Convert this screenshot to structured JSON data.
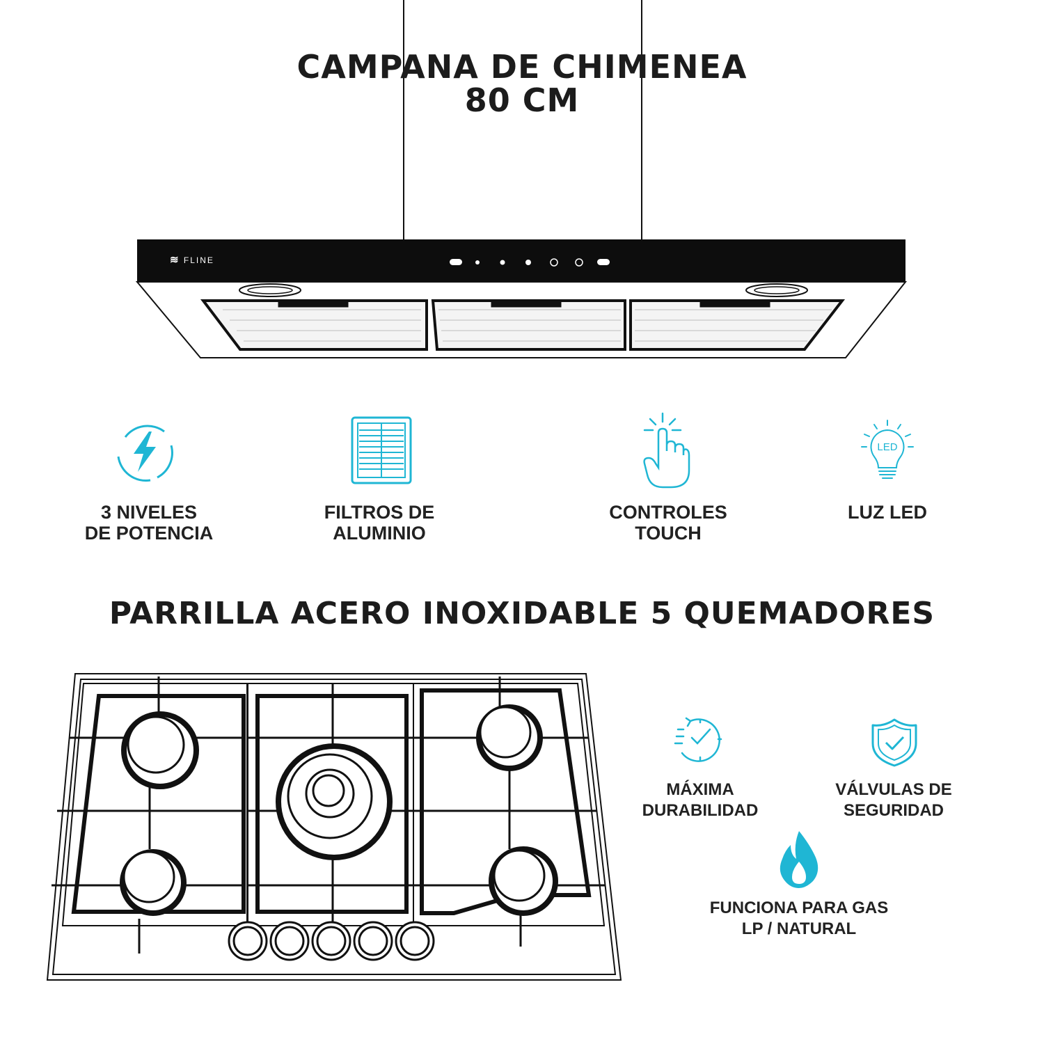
{
  "hood": {
    "title_line1": "CAMPANA DE CHIMENEA",
    "title_line2": "80 CM",
    "brand": "FLINE"
  },
  "hood_features": [
    {
      "line1": "3 NIVELES",
      "line2": "DE POTENCIA",
      "icon": "power-levels-icon"
    },
    {
      "line1": "FILTROS DE",
      "line2": "ALUMINIO",
      "icon": "aluminum-filter-icon"
    },
    {
      "line1": "CONTROLES",
      "line2": "TOUCH",
      "icon": "touch-hand-icon"
    },
    {
      "line1": "LUZ LED",
      "line2": "",
      "icon": "led-bulb-icon",
      "icon_text": "LED"
    }
  ],
  "grill": {
    "title": "PARRILLA ACERO INOXIDABLE 5 QUEMADORES"
  },
  "grill_features": [
    {
      "line1": "MÁXIMA",
      "line2": "DURABILIDAD",
      "icon": "durability-clock-icon"
    },
    {
      "line1": "VÁLVULAS DE",
      "line2": "SEGURIDAD",
      "icon": "safety-shield-icon"
    },
    {
      "line1": "FUNCIONA PARA GAS",
      "line2": "LP / NATURAL",
      "icon": "gas-flame-icon"
    }
  ],
  "colors": {
    "accent": "#1fb6d4",
    "dark": "#111111"
  }
}
